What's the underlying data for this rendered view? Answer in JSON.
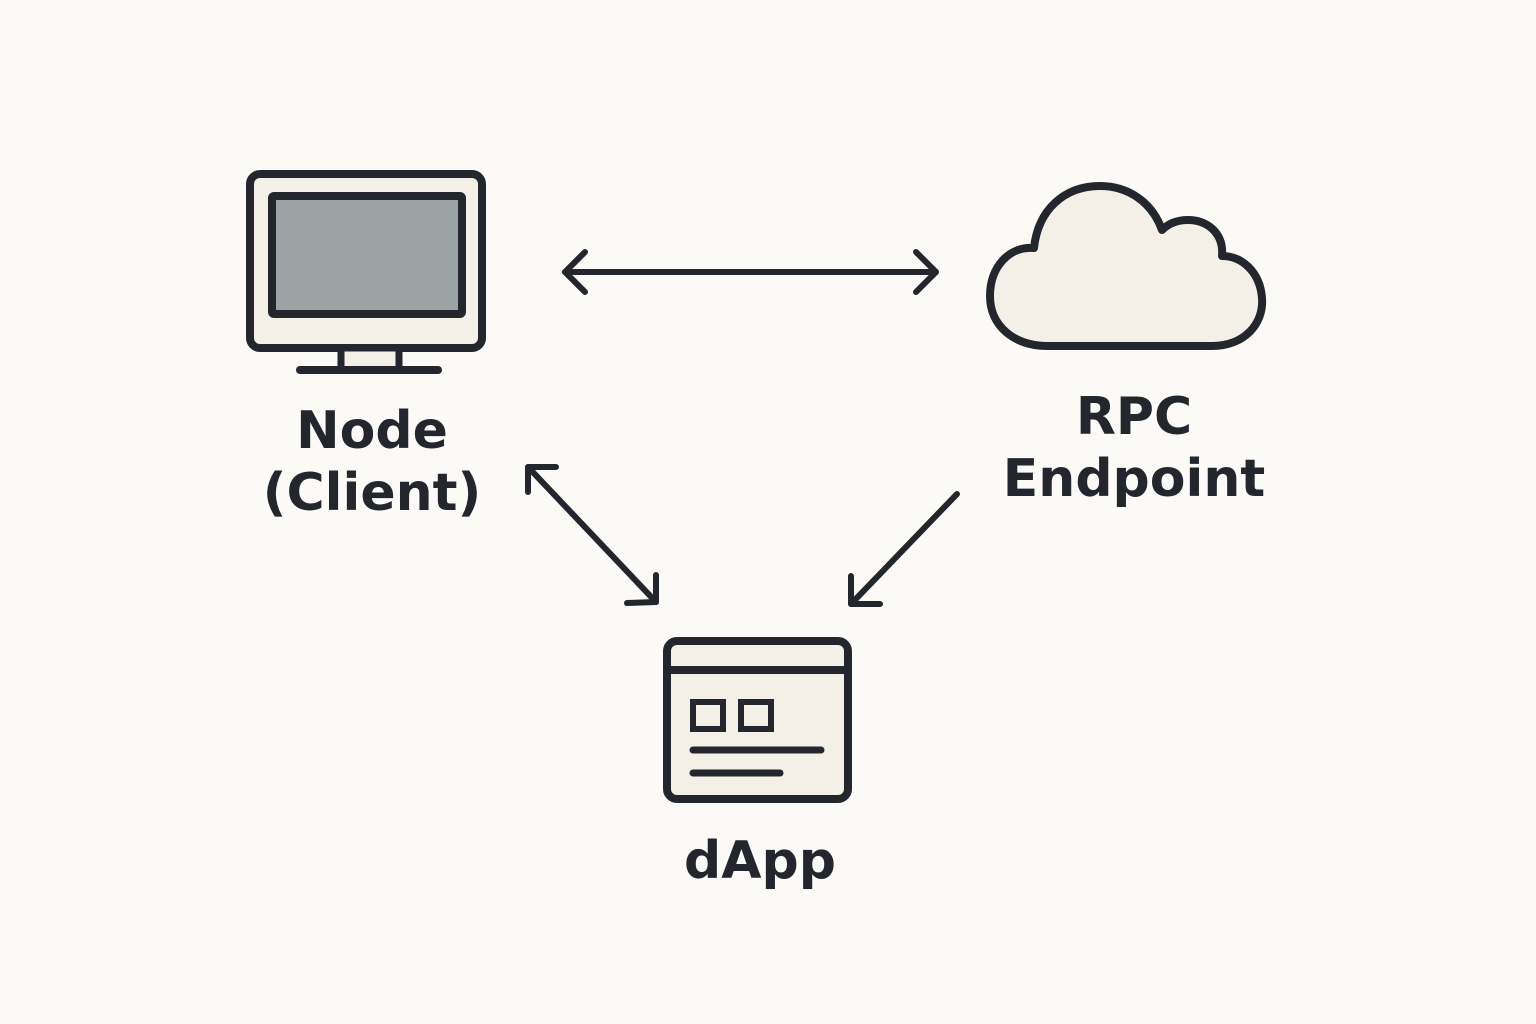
{
  "nodes": {
    "node": {
      "label_line1": "Node",
      "label_line2": "(Client)",
      "icon": "monitor-icon"
    },
    "rpc": {
      "label_line1": "RPC",
      "label_line2": "Endpoint",
      "icon": "cloud-icon"
    },
    "dapp": {
      "label": "dApp",
      "icon": "app-window-icon"
    }
  },
  "edges": [
    {
      "from": "node",
      "to": "rpc",
      "direction": "both"
    },
    {
      "from": "node",
      "to": "dapp",
      "direction": "both"
    },
    {
      "from": "rpc",
      "to": "dapp",
      "direction": "forward"
    }
  ],
  "colors": {
    "background": "#fcfaf6",
    "stroke": "#23272d",
    "icon_fill": "#f4f0e8",
    "screen_fill": "#9ba3a5"
  }
}
